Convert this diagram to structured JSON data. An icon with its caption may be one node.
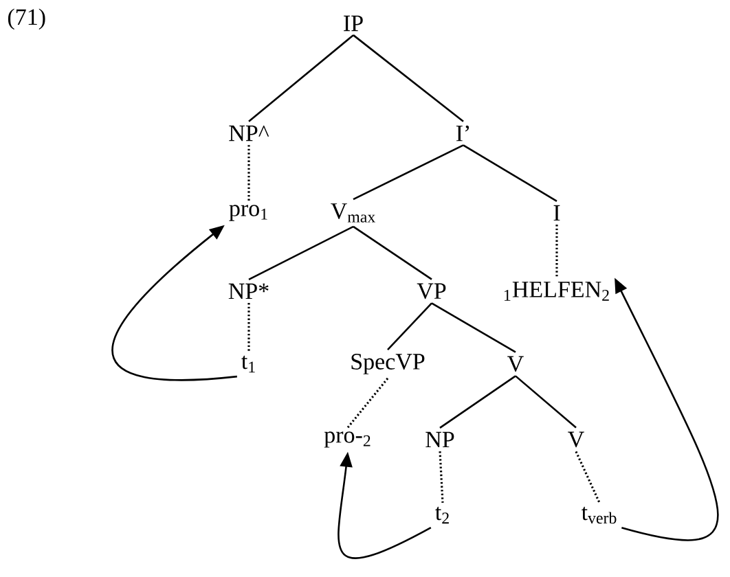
{
  "diagram": {
    "nodes": [
      {
        "text": [
          "IP"
        ]
      },
      {
        "text": [
          "NP^"
        ]
      },
      {
        "text": [
          "I’"
        ]
      },
      {
        "text": [
          "pro$_{1}$"
        ]
      },
      {
        "text": [
          "V$_{max}$"
        ]
      },
      {
        "text": [
          "I"
        ]
      },
      {
        "text": [
          "NP*"
        ]
      },
      {
        "text": [
          "VP"
        ]
      },
      {
        "text": [
          "$_{1}$HELFEN$_{2}$"
        ]
      },
      {
        "text": [
          "t$_{1}$"
        ]
      },
      {
        "text": [
          "SpecVP"
        ]
      },
      {
        "text": [
          "V"
        ]
      },
      {
        "text": [
          "pro-$_{2}$"
        ]
      },
      {
        "text": [
          "NP"
        ]
      },
      {
        "text": [
          "V"
        ]
      },
      {
        "text": [
          "t$_{2}$"
        ]
      },
      {
        "text": [
          "t$_{verb}$"
        ]
      }
    ],
    "edges": [
      {
        "from": 0,
        "to": 1,
        "arrow": "none"
      },
      {
        "from": 0,
        "to": 2,
        "arrow": "none"
      },
      {
        "from": 1,
        "to": 3,
        "arrow": "none",
        "style": "dashed"
      },
      {
        "from": 2,
        "to": 4,
        "arrow": "none"
      },
      {
        "from": 2,
        "to": 5,
        "arrow": "none"
      },
      {
        "from": 4,
        "to": 6,
        "arrow": "none"
      },
      {
        "from": 4,
        "to": 7,
        "arrow": "none"
      },
      {
        "from": 5,
        "to": 8,
        "arrow": "none",
        "style": "dashed"
      },
      {
        "from": 6,
        "to": 9,
        "arrow": "none",
        "style": "dashed"
      },
      {
        "from": 7,
        "to": 10,
        "arrow": "none"
      },
      {
        "from": 7,
        "to": 11,
        "arrow": "none"
      },
      {
        "from": 10,
        "to": 12,
        "arrow": "none",
        "style": "dashed"
      },
      {
        "from": 11,
        "to": 13,
        "arrow": "none"
      },
      {
        "from": 11,
        "to": 14,
        "arrow": "none"
      },
      {
        "from": 13,
        "to": 15,
        "arrow": "none",
        "style": "dashed"
      },
      {
        "from": 14,
        "to": 16,
        "arrow": "none",
        "style": "dashed"
      },
      {
        "from": 9,
        "to": 3,
        "arrow": "to"
      },
      {
        "from": 15,
        "to": 12,
        "arrow": "to"
      },
      {
        "from": 16,
        "to": 8,
        "arrow": "to"
      }
    ],
    "labels": [
      "(71)"
    ]
  }
}
